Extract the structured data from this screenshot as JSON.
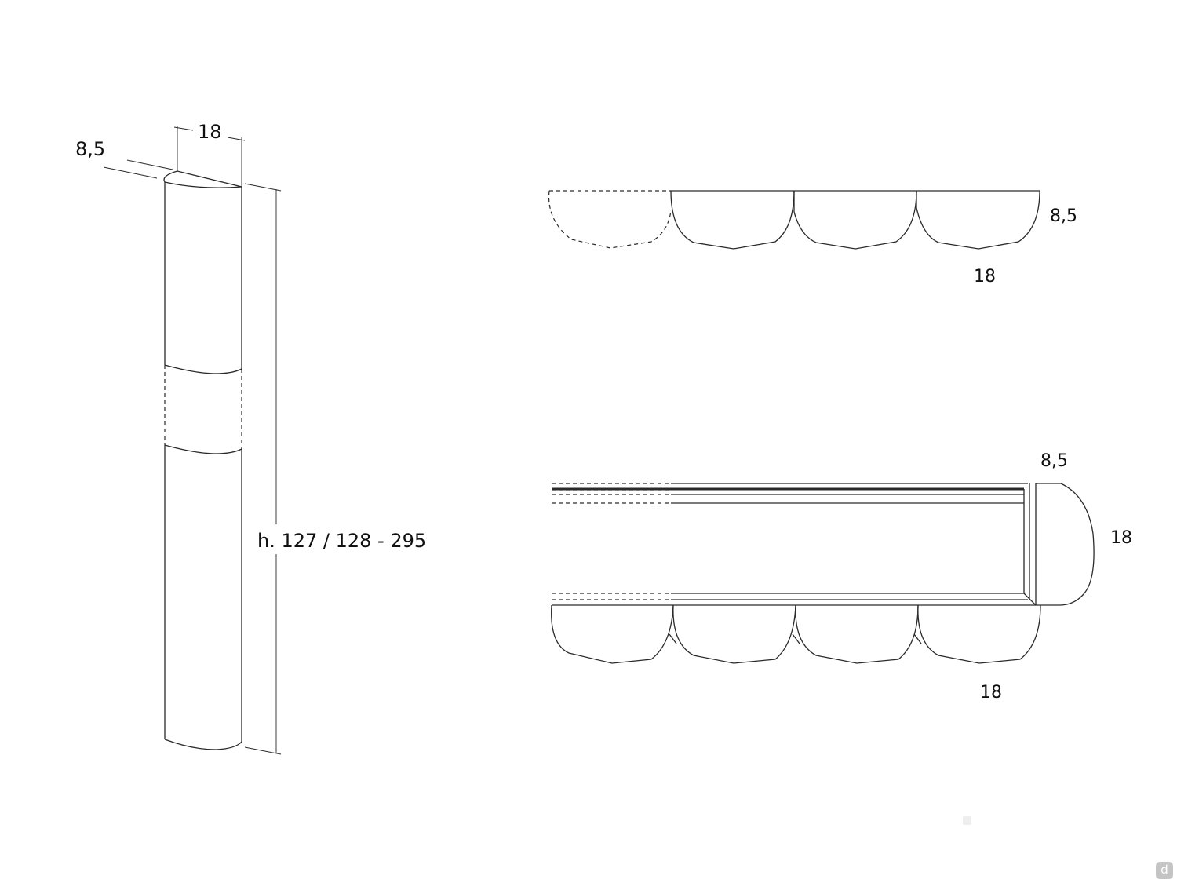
{
  "column_view": {
    "width_label": "18",
    "depth_label": "8,5",
    "height_label": "h. 127 / 128 - 295"
  },
  "top_plan_view": {
    "depth_label": "8,5",
    "width_label": "18"
  },
  "bottom_plan_view": {
    "depth_label": "8,5",
    "side_label": "18",
    "width_label": "18"
  },
  "watermark": {
    "logo_letter": "d"
  }
}
